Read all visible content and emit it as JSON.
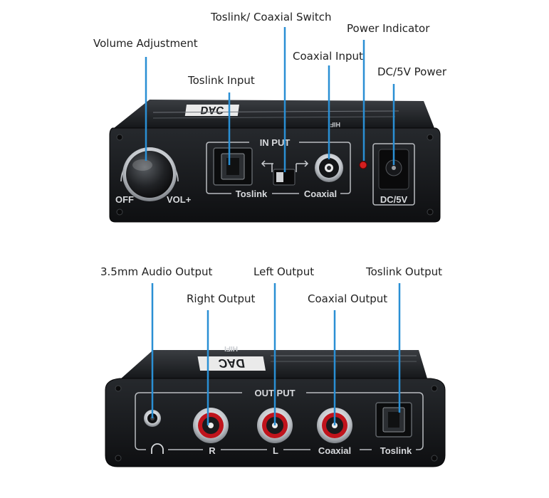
{
  "callouts": {
    "volume": "Volume Adjustment",
    "toslink_input": "Toslink Input",
    "switch": "Toslink/ Coaxial Switch",
    "coaxial_input": "Coaxial Input",
    "power_indicator": "Power Indicator",
    "dc_power": "DC/5V Power",
    "audio_35": "3.5mm Audio Output",
    "right_output": "Right Output",
    "left_output": "Left Output",
    "coaxial_output": "Coaxial Output",
    "toslink_output": "Toslink Output"
  },
  "front_panel": {
    "brand": "DAC",
    "panel_title": "IN PUT",
    "toslink": "Toslink",
    "coaxial": "Coaxial",
    "dc": "DC/5V",
    "vol_plus": "VOL+",
    "off": "OFF",
    "hifi": "HIFI"
  },
  "back_panel": {
    "brand": "DAC",
    "panel_title": "OUT PUT",
    "r": "R",
    "l": "L",
    "coaxial": "Coaxial",
    "toslink": "Toslink",
    "hifi": "HIFI"
  },
  "colors": {
    "body": "#1b1d20",
    "silver": "#c9ccd0",
    "callout_line": "#2a8fd4",
    "rca_red": "#c0141c",
    "led": "#d41f1f"
  },
  "icons": {
    "headphone": "headphone-icon",
    "switch_arrows": "switch-arrows-icon"
  }
}
